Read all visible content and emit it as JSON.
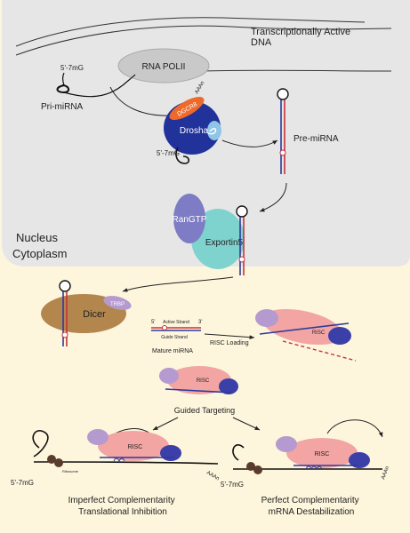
{
  "labels": {
    "dna": [
      "Transcriptionally Active",
      "DNA"
    ],
    "rna_pol": "RNA POLII",
    "cap_1": "5'-7mG",
    "pri_mirna": "Pri-miRNA",
    "dgcr8": "DGCR8",
    "aaan_1": "AAAn",
    "drosha": "Drosha",
    "cap_2": "5'-7mG",
    "pre_mirna": "Pre-miRNA",
    "rangtp": "RanGTP",
    "exportin": "Exportin5",
    "nucleus": "Nucleus",
    "cytoplasm": "Cytoplasm",
    "dicer": "Dicer",
    "trbp": "TRBP",
    "prime5": "5'",
    "prime3": "3'",
    "active_strand": "Active Strand",
    "guide_strand": "Guide Strand",
    "mature_mirna": "Mature miRNA",
    "risc_loading": "RISC Loading",
    "risc_1": "RISC",
    "risc_2": "RISC",
    "guided_targeting": "Guided Targeting",
    "risc_3": "RISC",
    "risc_4": "RISC",
    "cap_3": "5'-7mG",
    "ribosome": "Ribosome",
    "aaan_2": "AAAn",
    "cap_4": "5'-7mG",
    "aaan_3": "AAAn",
    "outcome_left": [
      "Imperfect Complementarity",
      "Translational Inhibition"
    ],
    "outcome_right": [
      "Perfect Complementarity",
      "mRNA Destabilization"
    ]
  },
  "colors": {
    "nucleus": "#e6e6e6",
    "cytoplasm": "#fdf5dc",
    "risc": "#f2a5a3",
    "risc_lilac": "#b59ad0",
    "risc_blue": "#3b3fa8",
    "drosha": "#21329a",
    "dgcr8": "#ef6a2a",
    "dicer": "#b3864e",
    "rangtp": "#7d7cc4",
    "exportin": "#7fd3cf",
    "rna_pol": "#c9c9c9",
    "strand_red": "#c8323c",
    "strand_blue": "#2e3a9c"
  }
}
